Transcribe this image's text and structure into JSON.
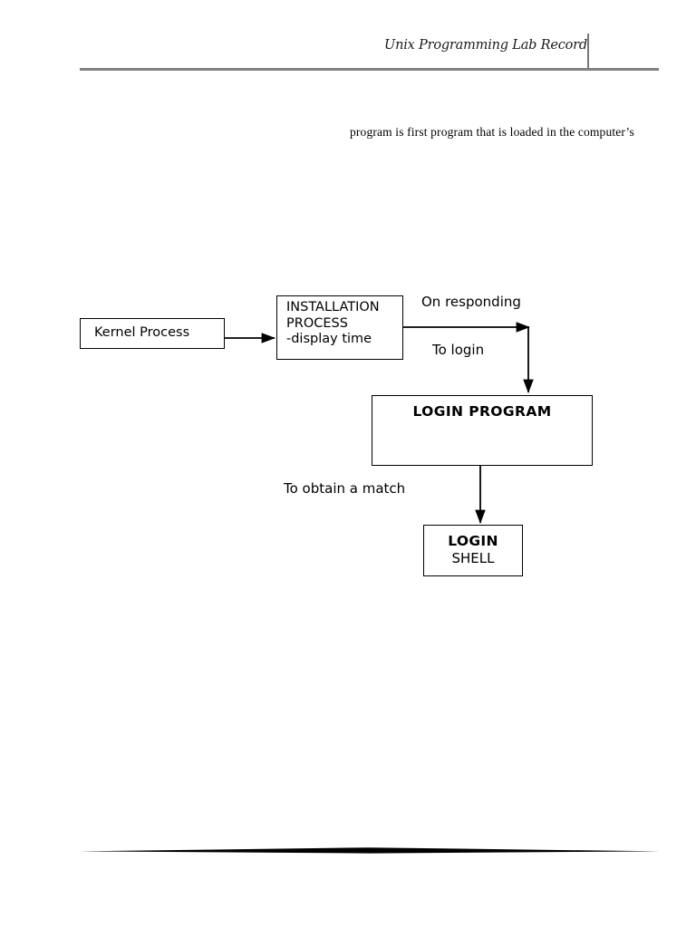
{
  "document": {
    "header": {
      "title": "Unix Programming Lab Record",
      "divider_icon": "vertical-rule-icon",
      "rule_icon": "horizontal-rule-icon"
    },
    "body": {
      "paragraph_line": "program is first program that is loaded in the computer’s"
    },
    "footer": {
      "rule_icon": "tapered-horizontal-rule-icon"
    }
  },
  "diagram": {
    "title": "login sequence flow",
    "nodes": [
      {
        "id": "kernel",
        "label": "Kernel Process",
        "bold": false
      },
      {
        "id": "installation",
        "line1": "INSTALLATION",
        "line2": "PROCESS",
        "line3": "-display time"
      },
      {
        "id": "login_program",
        "label": "LOGIN PROGRAM",
        "bold": true
      },
      {
        "id": "login_shell",
        "line1": "LOGIN",
        "line2": "SHELL"
      }
    ],
    "edges": [
      {
        "id": "kernel-to-installation",
        "label": "",
        "from": "kernel",
        "to": "installation"
      },
      {
        "id": "installation-to-login-program",
        "label_above": "On responding",
        "label_below": "To login",
        "from": "installation",
        "to": "login_program"
      },
      {
        "id": "login-program-to-login-shell",
        "label": "To obtain a match",
        "from": "login_program",
        "to": "login_shell"
      }
    ],
    "colors": {
      "stroke": "#000000",
      "node_fill": "#ffffff",
      "header_rule": "#808080",
      "text": "#000000"
    }
  }
}
